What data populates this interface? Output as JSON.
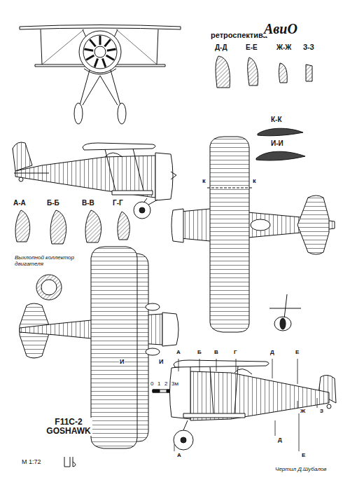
{
  "diagram": {
    "title": "F11C-2 GOSHAWK",
    "labels": [
      "ретроспектива",
      "АвиО",
      "Д-Д",
      "Е-Е",
      "Ж-Ж",
      "З-З",
      "К-К",
      "И-И",
      "А-А",
      "Б-Б",
      "В-В",
      "Г-Г",
      "к",
      "к",
      "Выхлопной коллектор двигателя",
      "И",
      "И",
      "0",
      "1",
      "2",
      "3м",
      "М 1:72",
      "Чертил Д.Шубалов",
      "А",
      "Б",
      "В",
      "Г",
      "Д",
      "Е",
      "Ж",
      "З",
      "А",
      "Д",
      "Е"
    ]
  }
}
